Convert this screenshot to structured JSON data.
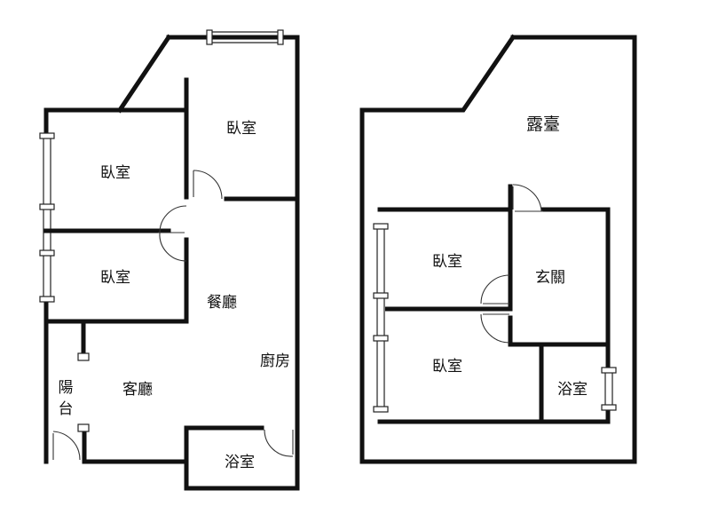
{
  "floor_left": {
    "rooms": {
      "bedroom_top": "臥室",
      "bedroom_upper_left": "臥室",
      "bedroom_lower_left": "臥室",
      "dining": "餐廳",
      "kitchen": "廚房",
      "living": "客廳",
      "balcony_line1": "陽",
      "balcony_line2": "台",
      "bathroom": "浴室"
    }
  },
  "floor_right": {
    "rooms": {
      "terrace": "露臺",
      "bedroom_upper": "臥室",
      "bedroom_lower": "臥室",
      "entrance": "玄關",
      "bathroom": "浴室"
    }
  }
}
